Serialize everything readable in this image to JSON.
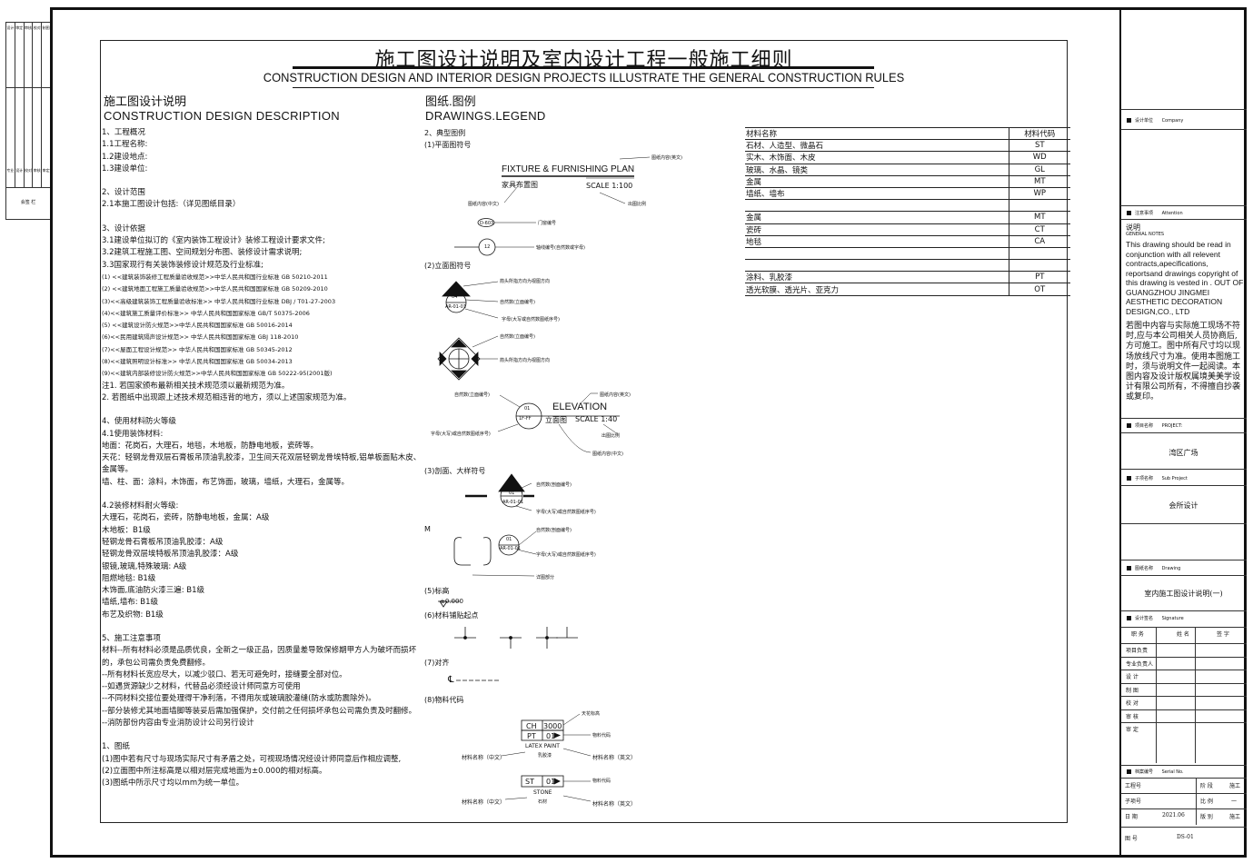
{
  "title": {
    "cn": "施工图设计说明及室内设计工程一般施工细则",
    "en": "CONSTRUCTION DESIGN AND INTERIOR DESIGN PROJECTS ILLUSTRATE THE GENERAL CONSTRUCTION RULES"
  },
  "left_section": {
    "cn": "施工图设计说明",
    "en": "CONSTRUCTION DESIGN DESCRIPTION",
    "lines": [
      {
        "t": "1、工程概况"
      },
      {
        "t": "1.1工程名称:"
      },
      {
        "t": "1.2建设地点:"
      },
      {
        "t": "1.3建设单位:"
      },
      {
        "t": "2、设计范围",
        "gap": true
      },
      {
        "t": "2.1本施工图设计包括:（详见图纸目录）"
      },
      {
        "t": "3、设计依据",
        "gap": true
      },
      {
        "t": "3.1建设单位拟订的《室内装饰工程设计》装修工程设计要求文件;"
      },
      {
        "t": "3.2建筑工程施工图、空间规划分布图、装修设计需求说明;"
      },
      {
        "t": "3.3国家现行有关装饰装修设计规范及行业标准;"
      },
      {
        "t": "(1) <<建筑装饰装修工程质量验收规范>>中华人民共和国行业标准  GB 50210-2011",
        "small": true
      },
      {
        "t": "(2) <<建筑地面工程施工质量验收规范>>中华人民共和国国家标准 GB 50209-2010",
        "small": true
      },
      {
        "t": "(3)<<高级建筑装饰工程质量验收标准>> 中华人民共和国行业标准 DBJ / T01-27-2003",
        "small": true
      },
      {
        "t": "(4)<<建筑施工质量评价标准>> 中华人民共和国国家标准 GB/T 50375-2006",
        "small": true
      },
      {
        "t": "(5) <<建筑设计防火规范>>中华人民共和国国家标准 GB 50016-2014",
        "small": true
      },
      {
        "t": "(6)<<民用建筑隔声设计规范>> 中华人民共和国国家标准 GBJ 118-2010",
        "small": true
      },
      {
        "t": "(7)<<屋面工程设计规范>> 中华人民共和国国家标准 GB 50345-2012",
        "small": true
      },
      {
        "t": "(8)<<建筑照明设计标准>> 中华人民共和国国家标准 GB 50034-2013",
        "small": true
      },
      {
        "t": "(9)<<建筑内部装修设计防火规范>>中华人民共和国国家标准 GB 50222-95(2001版)",
        "small": true
      },
      {
        "t": "注1. 若国家颁布最新相关技术规范须以最新规范为准。"
      },
      {
        "t": "2. 若图纸中出现跟上述技术规范相违背的地方，须以上述国家规范为准。"
      },
      {
        "t": "4、使用材料防火等级",
        "gap": true
      },
      {
        "t": "4.1使用装饰材料:"
      },
      {
        "t": "地面：花岗石，大理石，地毯，木地板，防静电地板，瓷砖等。"
      },
      {
        "t": "天花：轻钢龙骨双层石膏板吊顶油乳胶漆，卫生间天花双层轻钢龙骨埃特板,铝单板面贴木皮、"
      },
      {
        "t": "金属等。"
      },
      {
        "t": "墙、柱、面：涂料，木饰面，布艺饰面，玻璃，墙纸，大理石，金属等。"
      },
      {
        "t": "4.2装修材料耐火等级:",
        "gap": true
      },
      {
        "t": "大理石，花岗石，瓷砖，防静电地板，金属：A级"
      },
      {
        "t": "木地板：B1级"
      },
      {
        "t": "轻钢龙骨石膏板吊顶油乳胶漆：A级"
      },
      {
        "t": "轻钢龙骨双层埃特板吊顶油乳胶漆：A级"
      },
      {
        "t": "银镜,玻璃,特殊玻璃: A级"
      },
      {
        "t": "阻燃地毯: B1级"
      },
      {
        "t": "木饰面,底油防火漆三遍: B1级"
      },
      {
        "t": "墙纸,墙布: B1级"
      },
      {
        "t": "布艺及织物: B1级"
      },
      {
        "t": "5、施工注意事项",
        "gap": true
      },
      {
        "t": "材料--所有材料必须是品质优良，全新之一级正品，因质量差导致保修期甲方人为破坏而损坏"
      },
      {
        "t": "的，承包公司需负责免费翻修。"
      },
      {
        "t": "--所有材料长宽应尽大，以减少驳口、若无可避免时，接缝要全部对位。"
      },
      {
        "t": "--如遇货源缺少之材料，代替品必须经设计师同意方可使用"
      },
      {
        "t": "--不同材料交接位要处理得干净利落，不得用灰或玻璃胶灌缝(防水或防震除外)。"
      },
      {
        "t": "--部分装修尤其地面墙脚等装妥后需加强保护，交付前之任何损坏承包公司需负责及时翻修。"
      },
      {
        "t": "--消防部份内容由专业消防设计公司另行设计"
      },
      {
        "t": "1、图纸",
        "gap": true
      },
      {
        "t": "(1)图中若有尺寸与现场实际尺寸有矛盾之处，可视现场情况经设计师同意后作相应调整,"
      },
      {
        "t": "(2)立面图中所注标高是以相对层完成地面为±0.000的相对标高。"
      },
      {
        "t": "(3)图纸中所示尺寸均以mm为统一单位。"
      }
    ]
  },
  "legend": {
    "cn": "图纸.图例",
    "en": "DRAWINGS.LEGEND",
    "heading": "2、典型图例",
    "plan_label": "(1)平面图符号",
    "plan_title_en": "FIXTURE & FURNISHING PLAN",
    "plan_title_cn": "家具布置图",
    "plan_scale": "SCALE 1:100",
    "plan_note_name_en": "图纸内容(英文)",
    "plan_note_name_cn": "图纸内容(中文)",
    "plan_note_scale": "出图比例",
    "door_tag": "D-603",
    "door_note": "门窗编号",
    "axis_tag": "12",
    "axis_note": "轴线编号(自然数或字母)",
    "elev_label": "(2)立面图符号",
    "elev1_top": "04",
    "elev1_bottom": "AR-01-01",
    "elev1_note_a": "箭头所指方向为视图方向",
    "elev1_note_b": "自然数(立面编号)",
    "elev1_note_c": "字母(大写或自然数图纸序号)",
    "elev2_note_a": "自然数(立面编号)",
    "elev2_note_b": "箭头所指方向为视图方向",
    "elev3_top": "01",
    "elev3_bottom": "1F-FF",
    "elev3_en": "ELEVATION",
    "elev3_cn": "立面图",
    "elev3_scale": "SCALE 1:40",
    "elev3_note_a": "自然数(立面编号)",
    "elev3_note_b": "图纸内容(英文)",
    "elev3_note_c": "出图比例",
    "elev3_note_d": "字母(大写)或自然数图纸序号)",
    "elev3_note_e": "图纸内容(中文)",
    "section_label": "(3)剖面、大样符号",
    "sec_top": "01",
    "sec_bottom": "AR-01-01",
    "sec_note_a": "自然数(剖面编号)",
    "sec_note_b": "字母(大写)或自然数图纸序号)",
    "detail_m": "M",
    "det_top": "01",
    "det_bottom": "AR-01-01",
    "det_note_a": "自然数(剖面编号)",
    "det_note_b": "字母(大写)或自然数图纸序号)",
    "det_note_c": "详图部分",
    "level_label": "(5)标高",
    "level_value": "±0.000",
    "start_label": "(6)材料铺贴起点",
    "align_label": "(7)对齐",
    "align_symbol": "℄",
    "code_label": "(8)物料代码",
    "code1_a": "CH",
    "code1_b": "3000",
    "code1_c": "PT",
    "code1_d": "01",
    "code1_note_top": "天花标高",
    "code1_note_mid": "物料代码",
    "code1_en": "LATEX PAINT",
    "code1_cn": "乳胶漆",
    "code1_note_cn": "材料名称（中文）",
    "code1_note_en": "材料名称（英文）",
    "code2_a": "ST",
    "code2_b": "01",
    "code2_note_mid": "物料代码",
    "code2_en": "STONE",
    "code2_cn": "石材",
    "code2_note_cn": "材料名称（中文）",
    "code2_note_en": "材料名称（英文）"
  },
  "materials": {
    "header_name": "材料名称",
    "header_code": "材料代码",
    "rows": [
      {
        "name": "石材、人造型、微晶石",
        "code": "ST"
      },
      {
        "name": "实木、木饰面、木皮",
        "code": "WD"
      },
      {
        "name": "玻璃、水晶、镜类",
        "code": "GL"
      },
      {
        "name": "金属",
        "code": "MT"
      },
      {
        "name": "墙纸、墙布",
        "code": "WP"
      },
      {
        "name": "",
        "code": ""
      },
      {
        "name": "金属",
        "code": "MT"
      },
      {
        "name": "瓷砖",
        "code": "CT"
      },
      {
        "name": "地毯",
        "code": "CA"
      },
      {
        "name": "",
        "code": ""
      },
      {
        "name": "",
        "code": ""
      },
      {
        "name": "涂料、乳胶漆",
        "code": "PT"
      },
      {
        "name": "透光软膜、透光片、亚克力",
        "code": "OT"
      }
    ]
  },
  "title_block": {
    "design_unit_cn": "设计单位",
    "design_unit_en": "Company",
    "attention_cn": "注意事项",
    "attention_en": "Attention",
    "notes_cn_head": "说明",
    "notes_en_head": "GENERAL NOTES",
    "notes_en": "This drawing should be read in conjunction with all relevent contracts,apecifications, reportsand drawings copyright of this drawing is vested in . OUT OF GUANGZHOU JINGMEI AESTHETIC DECORATION DESIGN,CO., LTD",
    "notes_cn": "若图中内容与实际施工现场不符时,应与本公司相关人员协商后,方可施工。图中所有尺寸均以现场放线尺寸为准。使用本图施工时，须与说明文件一起阅读。本图内容及设计版权属境美美学设计有限公司所有，不得擅自抄袭或复印。",
    "project_cn": "项目名称",
    "project_en": "PROJECT:",
    "project_value": "湾区广场",
    "subproject_cn": "子项名称",
    "subproject_en": "Sub Project",
    "subproject_value": "会所设计",
    "drawing_cn": "图纸名称",
    "drawing_en": "Drawing",
    "drawing_value": "室内施工图设计说明(一)",
    "sign_cn": "设计签名",
    "sign_en": "Signature",
    "sign_cols": [
      "职  务",
      "姓  名",
      "签  字"
    ],
    "sign_rows": [
      "项目负责",
      "专业负责人",
      "设  计",
      "制  图",
      "校  对",
      "审  核",
      "审  定"
    ],
    "serial_cn": "档案编号",
    "serial_en": "Serial No.",
    "project_no": "工程号",
    "stage": "阶 段",
    "stage_value": "施工",
    "sub_no": "子项号",
    "scale": "比 例",
    "scale_value": "一",
    "date": "日 期",
    "date_value": "2021.06",
    "version": "版 别",
    "version_value": "施工",
    "drawing_no": "图 号",
    "drawing_no_value": "DS-01"
  },
  "stamp": {
    "top": [
      "设计",
      "审定",
      "审核",
      "校对",
      "制图"
    ],
    "mid": [
      "专业",
      "设计",
      "校对",
      "审核",
      "审定"
    ],
    "foot": "会签 栏"
  }
}
